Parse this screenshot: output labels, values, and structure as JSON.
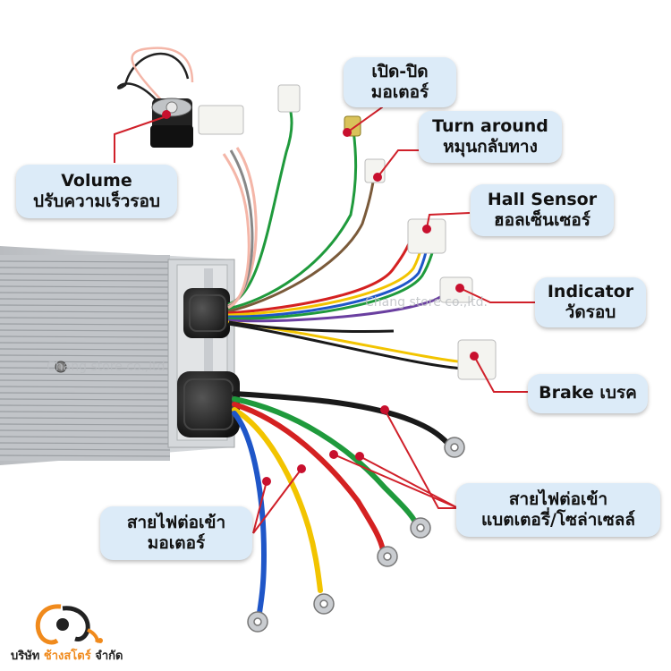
{
  "callouts": {
    "motor_switch": {
      "line1": "เปิด-ปิด",
      "line2": "มอเตอร์"
    },
    "turn_around": {
      "line1": "Turn around",
      "line2": "หมุนกลับทาง"
    },
    "volume": {
      "line1": "Volume",
      "line2": "ปรับความเร็วรอบ"
    },
    "hall_sensor": {
      "line1": "Hall Sensor",
      "line2": "ฮอลเซ็นเซอร์"
    },
    "indicator": {
      "line1": "Indicator",
      "line2": "วัดรอบ"
    },
    "brake": {
      "line1": "Brake เบรค"
    },
    "battery_wires": {
      "line1": "สายไฟต่อเข้า",
      "line2": "แบตเตอรี่/โซล่าเซลล์"
    },
    "motor_wires": {
      "line1": "สายไฟต่อเข้า",
      "line2": "มอเตอร์"
    }
  },
  "watermark": {
    "text": "Chang store co.,ltd."
  },
  "company": {
    "prefix": "บริษัท",
    "brand": "ช้างสโตร์",
    "suffix": "จำกัด"
  },
  "colors": {
    "callout_bg": "#dcebf8",
    "leader_line": "#d0202a",
    "leader_dot": "#c8102e",
    "controller_body": "#c9ccd0",
    "brand_orange": "#f08a1c",
    "wire_red": "#d42121",
    "wire_green": "#1f9a3c",
    "wire_yellow": "#f2c400",
    "wire_blue": "#1f56c8",
    "wire_black": "#1a1a1a"
  }
}
